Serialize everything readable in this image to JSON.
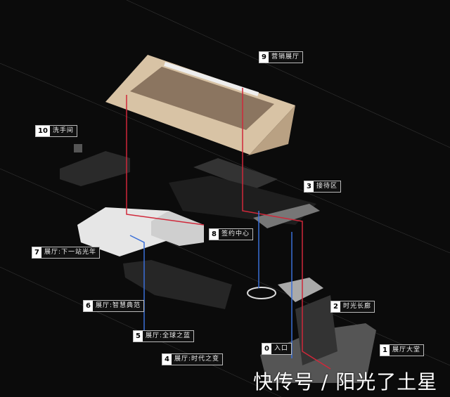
{
  "labels": [
    {
      "num": "9",
      "text": "营销展厅"
    },
    {
      "num": "10",
      "text": "洗手间"
    },
    {
      "num": "3",
      "text": "接待区"
    },
    {
      "num": "8",
      "text": "签约中心"
    },
    {
      "num": "7",
      "text": "展厅:下一站光年"
    },
    {
      "num": "6",
      "text": "展厅:智慧典范"
    },
    {
      "num": "2",
      "text": "时光长廊"
    },
    {
      "num": "5",
      "text": "展厅:全球之蓝"
    },
    {
      "num": "4",
      "text": "展厅:时代之变"
    },
    {
      "num": "0",
      "text": "入口"
    },
    {
      "num": "1",
      "text": "展厅大堂"
    }
  ],
  "watermark": "快传号 / 阳光了土星",
  "colors": {
    "background": "#0b0b0b",
    "path_red": "#d0283a",
    "path_blue": "#3a6fd8",
    "upper_floor": "#d8c3a5"
  }
}
